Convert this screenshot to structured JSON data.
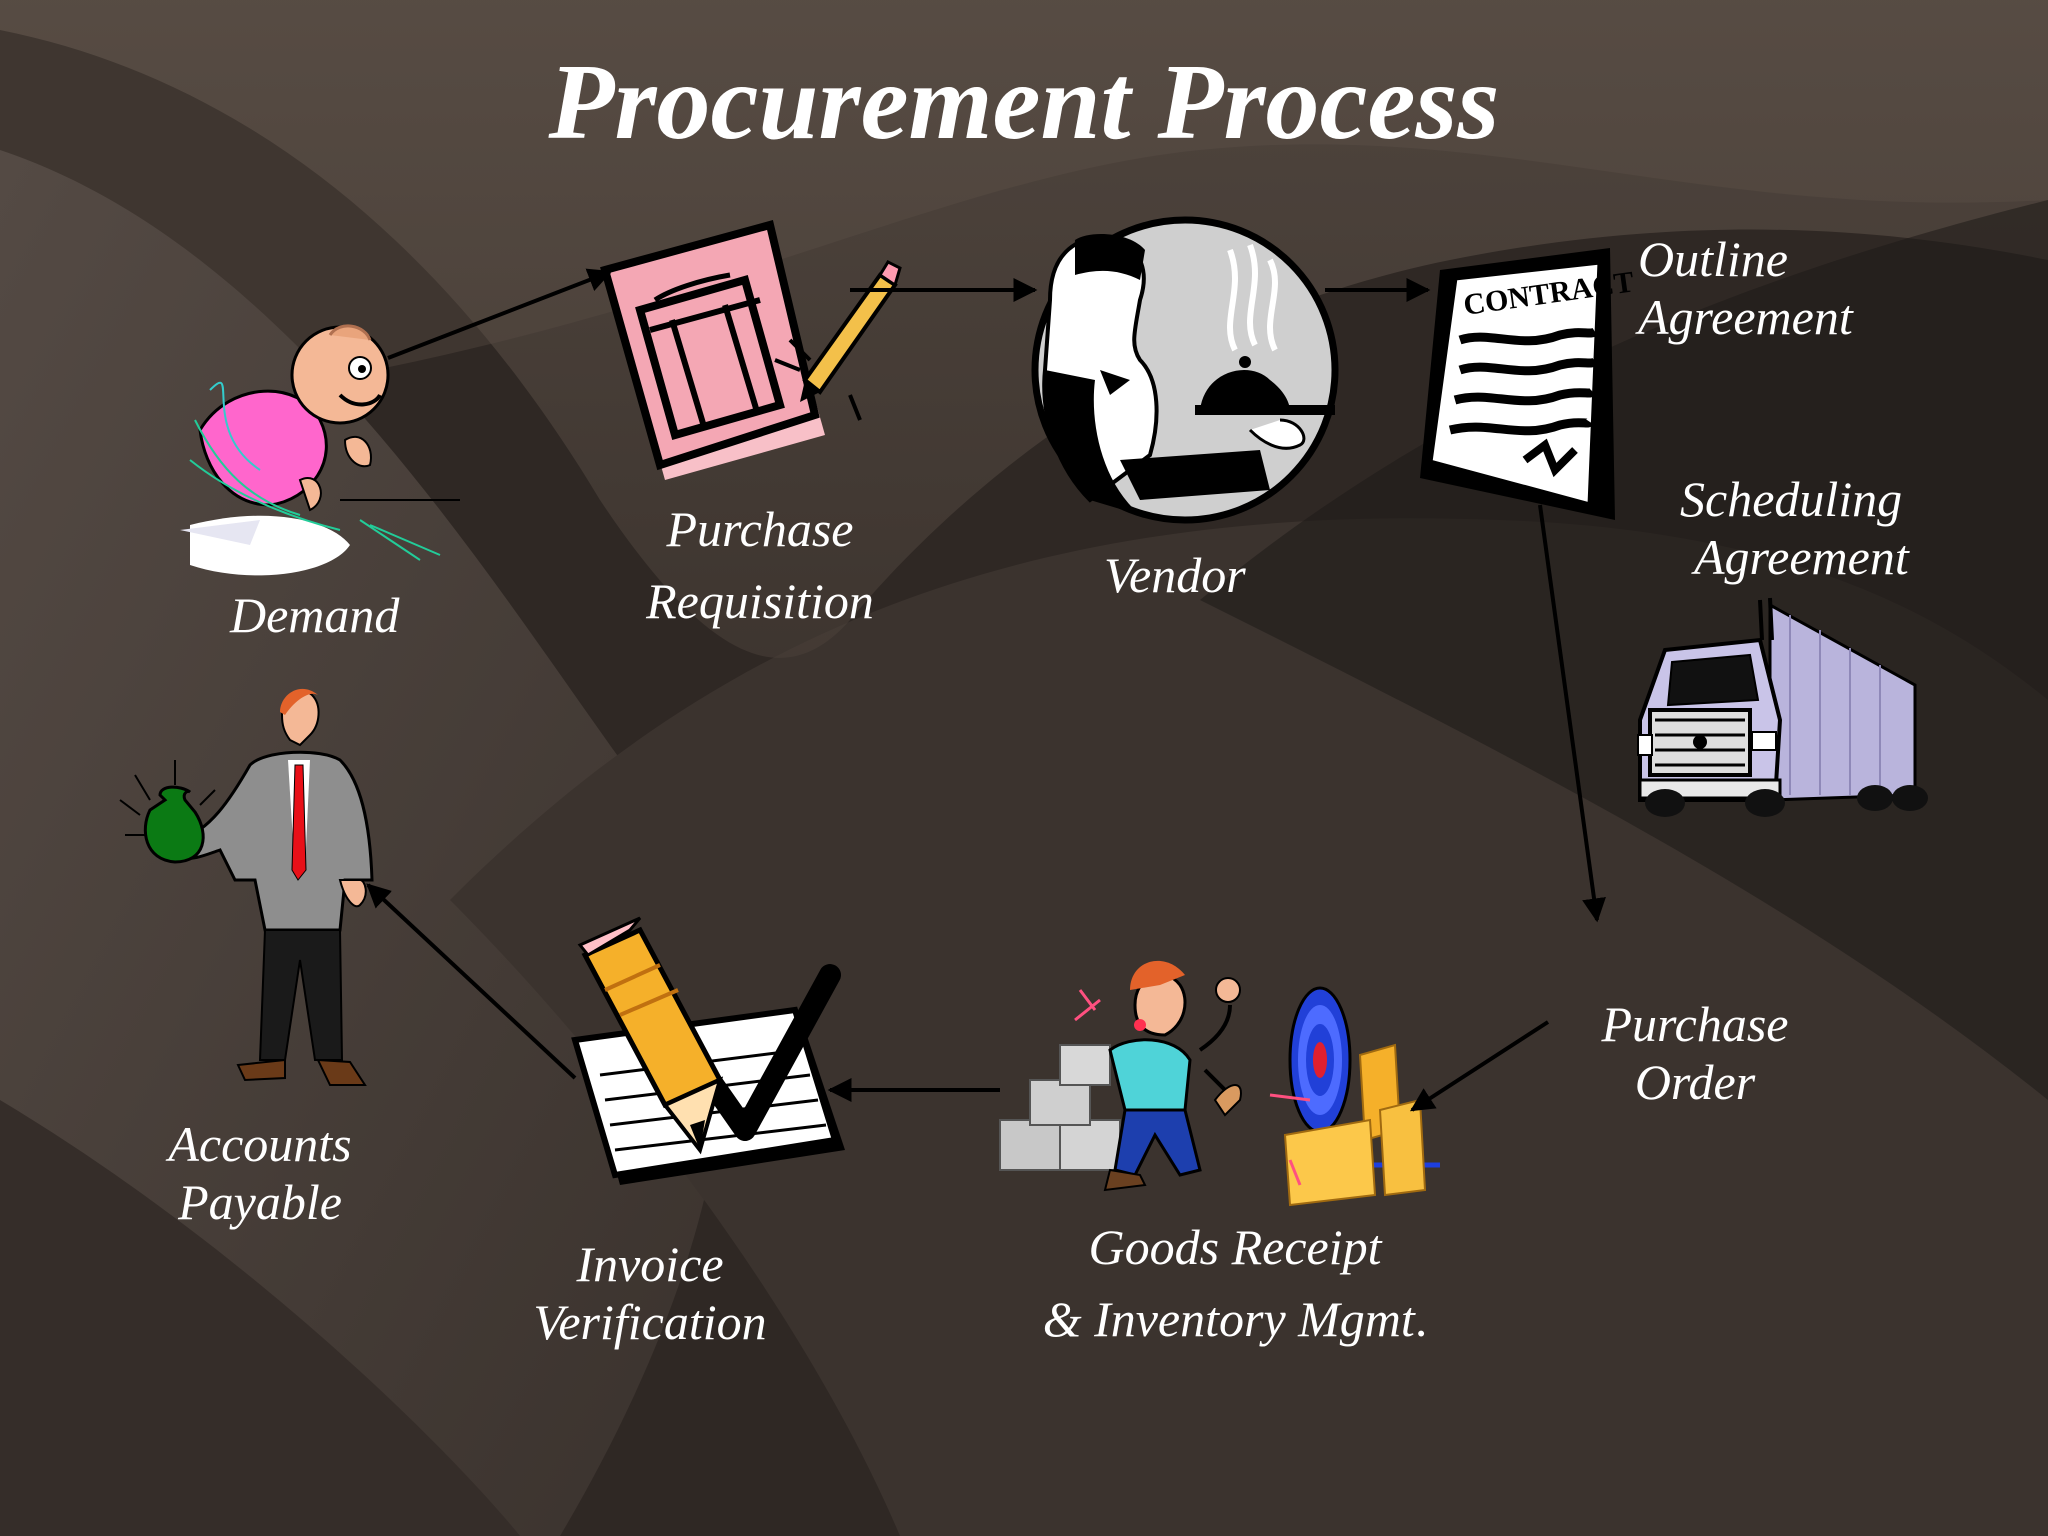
{
  "title": "Procurement Process",
  "nodes": {
    "demand": {
      "label": "Demand",
      "icon": "thinking-man-icon"
    },
    "purchase_requisition": {
      "line1": "Purchase",
      "line2": "Requisition",
      "icon": "requisition-form-icon"
    },
    "vendor": {
      "label": "Vendor",
      "icon": "waiter-serving-icon"
    },
    "outline_agreement": {
      "line1": "Outline",
      "line2": "Agreement",
      "icon": "contract-document-icon",
      "contract_text": "CONTRACT"
    },
    "scheduling_agreement": {
      "line1": "Scheduling",
      "line2": "Agreement",
      "icon": "delivery-truck-icon"
    },
    "purchase_order": {
      "line1": "Purchase",
      "line2": "Order"
    },
    "goods_receipt": {
      "line1": "Goods Receipt",
      "line2": "& Inventory Mgmt",
      "suffix": ".",
      "icon": "warehouse-worker-icon"
    },
    "invoice_verification": {
      "line1": "Invoice",
      "line2": "Verification",
      "icon": "checkmark-document-icon"
    },
    "accounts_payable": {
      "line1": "Accounts",
      "line2": "Payable",
      "icon": "businessman-money-bag-icon"
    }
  },
  "colors": {
    "background": "#2c2521",
    "text": "#ffffff",
    "arrow": "#000000"
  }
}
